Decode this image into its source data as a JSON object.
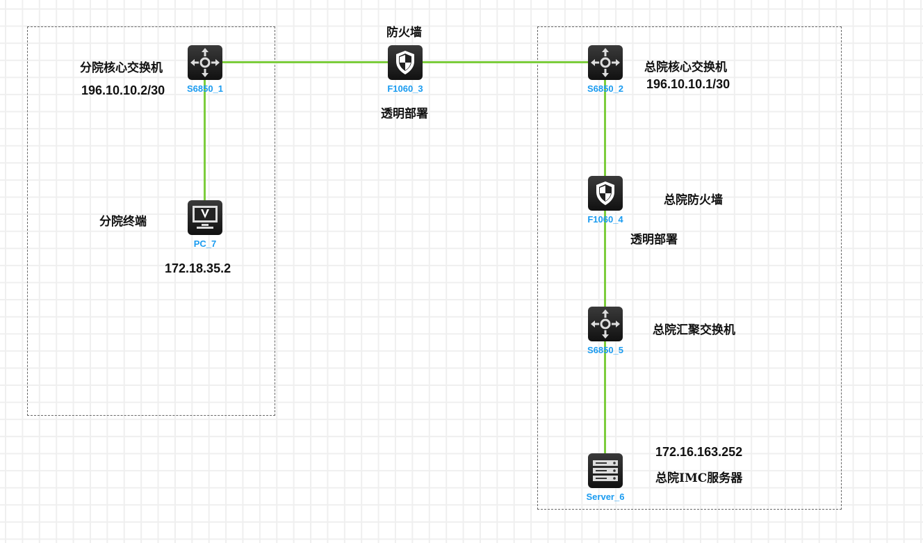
{
  "nodes": {
    "s1": {
      "name": "S6850_1",
      "type": "switch"
    },
    "fw3": {
      "name": "F1060_3",
      "type": "firewall"
    },
    "s2": {
      "name": "S6850_2",
      "type": "switch"
    },
    "fw4": {
      "name": "F1060_4",
      "type": "firewall"
    },
    "s5": {
      "name": "S6850_5",
      "type": "switch"
    },
    "server": {
      "name": "Server_6",
      "type": "server"
    },
    "pc": {
      "name": "PC_7",
      "type": "pc"
    }
  },
  "annotations": {
    "branch_core": "分院核心交换机",
    "branch_core_ip": "196.10.10.2/30",
    "branch_terminal": "分院终端",
    "branch_terminal_ip": "172.18.35.2",
    "firewall": "防火墙",
    "transparent1": "透明部署",
    "hq_core": "总院核心交换机",
    "hq_core_ip": "196.10.10.1/30",
    "hq_firewall": "总院防火墙",
    "transparent2": "透明部署",
    "hq_agg": "总院汇聚交换机",
    "server_ip": "172.16.163.252",
    "server_name": "总院IMC服务器"
  },
  "colors": {
    "link": "#7ccd3c",
    "node_label": "#1a9bf0"
  }
}
